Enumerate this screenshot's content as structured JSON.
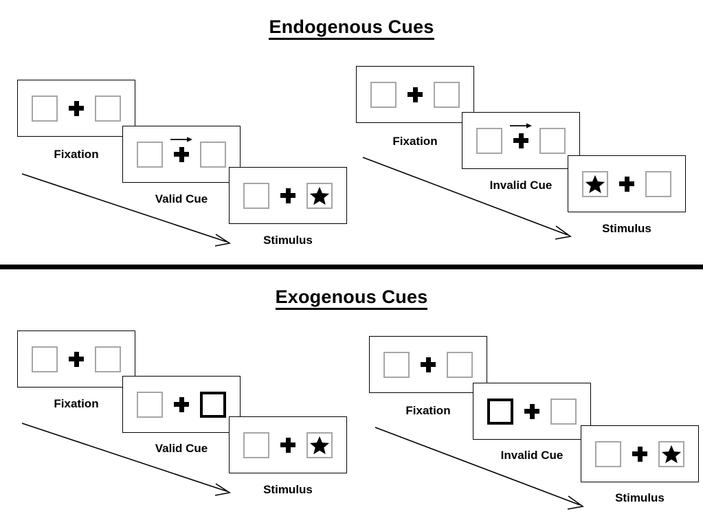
{
  "figure": {
    "title_top": "Endogenous Cues",
    "title_bottom": "Exogenous Cues"
  },
  "icons": {
    "plus": "fixation-cross-icon",
    "arrow": "rightward-arrow-cue-icon",
    "star": "star-target-icon",
    "timeline": "time-flow-arrow-icon"
  },
  "colors": {
    "ink": "#000000",
    "box_outline": "#a6a6a6",
    "frame_outline": "#000000",
    "cued_box_outline": "#000000",
    "background": "#ffffff"
  },
  "sections": [
    {
      "id": "endogenous",
      "title": "Endogenous Cues",
      "trials": [
        {
          "id": "endogenous-valid",
          "panels": [
            {
              "id": "endo-valid-fixation",
              "caption": "Fixation",
              "left_box": "empty",
              "right_box": "empty",
              "cue": "none"
            },
            {
              "id": "endo-valid-cue",
              "caption": "Valid Cue",
              "left_box": "empty",
              "right_box": "empty",
              "cue": "arrow-right"
            },
            {
              "id": "endo-valid-stimulus",
              "caption": "Stimulus",
              "left_box": "empty",
              "right_box": "star",
              "cue": "none"
            }
          ]
        },
        {
          "id": "endogenous-invalid",
          "panels": [
            {
              "id": "endo-invalid-fixation",
              "caption": "Fixation",
              "left_box": "empty",
              "right_box": "empty",
              "cue": "none"
            },
            {
              "id": "endo-invalid-cue",
              "caption": "Invalid Cue",
              "left_box": "empty",
              "right_box": "empty",
              "cue": "arrow-right"
            },
            {
              "id": "endo-invalid-stimulus",
              "caption": "Stimulus",
              "left_box": "star",
              "right_box": "empty",
              "cue": "none"
            }
          ]
        }
      ]
    },
    {
      "id": "exogenous",
      "title": "Exogenous Cues",
      "trials": [
        {
          "id": "exogenous-valid",
          "panels": [
            {
              "id": "exo-valid-fixation",
              "caption": "Fixation",
              "left_box": "empty",
              "right_box": "empty",
              "cue": "none"
            },
            {
              "id": "exo-valid-cue",
              "caption": "Valid Cue",
              "left_box": "empty",
              "right_box": "cued",
              "cue": "none"
            },
            {
              "id": "exo-valid-stimulus",
              "caption": "Stimulus",
              "left_box": "empty",
              "right_box": "star",
              "cue": "none"
            }
          ]
        },
        {
          "id": "exogenous-invalid",
          "panels": [
            {
              "id": "exo-invalid-fixation",
              "caption": "Fixation",
              "left_box": "empty",
              "right_box": "empty",
              "cue": "none"
            },
            {
              "id": "exo-invalid-cue",
              "caption": "Invalid Cue",
              "left_box": "cued",
              "right_box": "empty",
              "cue": "none"
            },
            {
              "id": "exo-invalid-stimulus",
              "caption": "Stimulus",
              "left_box": "empty",
              "right_box": "star",
              "cue": "none"
            }
          ]
        }
      ]
    }
  ],
  "captions": {
    "fixation": "Fixation",
    "valid_cue": "Valid Cue",
    "invalid_cue": "Invalid Cue",
    "stimulus": "Stimulus"
  }
}
